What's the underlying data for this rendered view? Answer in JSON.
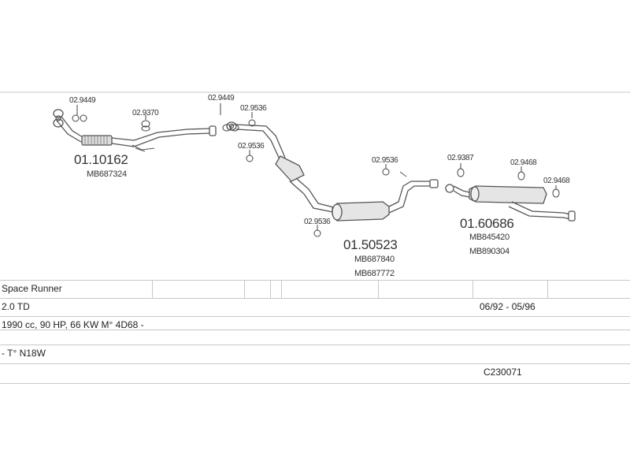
{
  "parts": {
    "clamp_a": "02.9449",
    "clamp_b": "02.9370",
    "clamp_c": "02.9449",
    "clamp_d": "02.9536",
    "clamp_e": "02.9536",
    "clamp_f": "02.9536",
    "clamp_g": "02.9536",
    "clamp_h": "02.9387",
    "clamp_i": "02.9468",
    "clamp_j": "02.9468",
    "front_pipe_number": "01.10162",
    "front_pipe_oem": "MB687324",
    "center_number": "01.50523",
    "center_oem_1": "MB687840",
    "center_oem_2": "MB687772",
    "rear_number": "01.60686",
    "rear_oem_1": "MB845420",
    "rear_oem_2": "MB890304"
  },
  "vehicle": {
    "model": "Space Runner",
    "engine": "2.0 TD",
    "years": "06/92 - 05/96",
    "specs": "1990 cc, 90 HP, 66 KW M° 4D68 -",
    "type": "- T° N18W",
    "catalog_number": "C230071"
  }
}
